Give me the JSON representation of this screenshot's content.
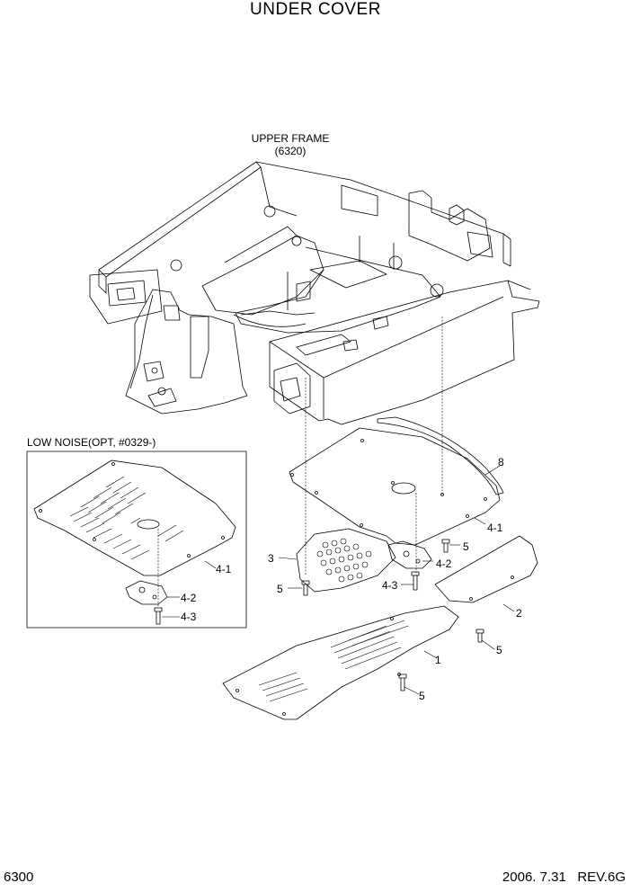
{
  "title": "UNDER COVER",
  "upper_frame": {
    "label": "UPPER FRAME",
    "ref": "(6320)"
  },
  "option_box": {
    "label": "LOW NOISE(OPT, #0329-)"
  },
  "callouts": {
    "c8": "8",
    "c4_1_main": "4-1",
    "c5_a": "5",
    "c4_2_main": "4-2",
    "c4_3_main": "4-3",
    "c3": "3",
    "c5_b": "5",
    "c2": "2",
    "c5_c": "5",
    "c1": "1",
    "c5_d": "5",
    "c4_1_opt": "4-1",
    "c4_2_opt": "4-2",
    "c4_3_opt": "4-3"
  },
  "footer": {
    "page": "6300",
    "date": "2006. 7.31",
    "rev": "REV.6G"
  }
}
